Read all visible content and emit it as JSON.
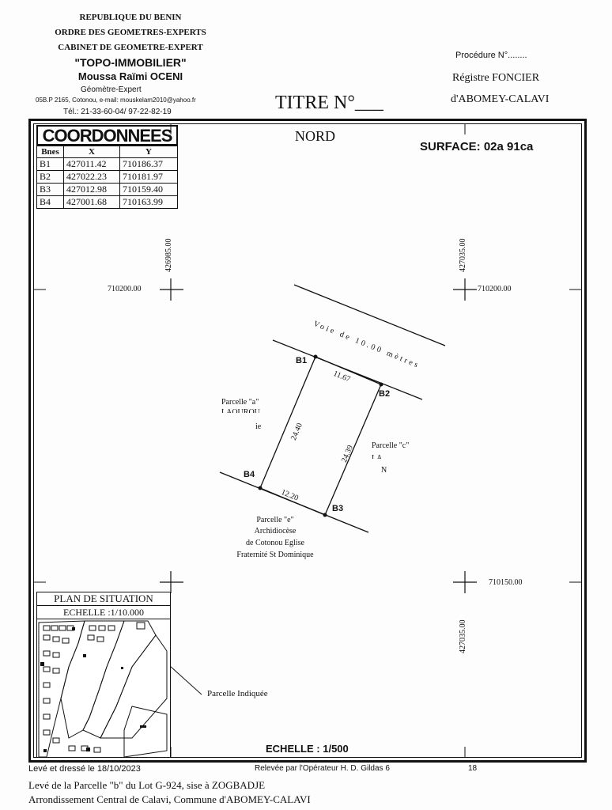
{
  "header": {
    "line1": "REPUBLIQUE DU BENIN",
    "line2": "ORDRE DES GEOMETRES-EXPERTS",
    "line3": "CABINET DE GEOMETRE-EXPERT",
    "line4": "\"TOPO-IMMOBILIER\"",
    "line5": "Moussa Raïmi OCENI",
    "line6": "Géomètre-Expert",
    "line7": "05B.P 2165, Cotonou, e-mail: mouskelam2010@yahoo.fr",
    "line8": "Tél.: 21-33-60-04/ 97-22-82-19"
  },
  "titre": "TITRE N°___",
  "procedure": "Procédure N°........",
  "registre": "Régistre FONCIER",
  "commune": "d'ABOMEY-CALAVI",
  "coordonnees": {
    "title": "COORDONNEES",
    "headers": [
      "Bnes",
      "X",
      "Y"
    ],
    "rows": [
      [
        "B1",
        "427011.42",
        "710186.37"
      ],
      [
        "B2",
        "427022.23",
        "710181.97"
      ],
      [
        "B3",
        "427012.98",
        "710159.40"
      ],
      [
        "B4",
        "427001.68",
        "710163.99"
      ]
    ]
  },
  "nord": "NORD",
  "surface": "SURFACE: 02a 91ca",
  "grid": {
    "x_left": "426985.00",
    "x_right": "427035.00",
    "x_right_bottom": "427035.00",
    "y_top_left": "710200.00",
    "y_top_right": "710200.00",
    "y_bottom_right": "710150.00"
  },
  "voie": "Voie de 10.00 mètres",
  "bornes": {
    "b1": "B1",
    "b2": "B2",
    "b3": "B3",
    "b4": "B4"
  },
  "distances": {
    "b1b2": "11.67",
    "b1b4": "24.40",
    "b2b3": "24.39",
    "b4b3": "12.20"
  },
  "parcelle_a": {
    "l1": "Parcelle \"a\"",
    "l2": "LAOUROU",
    "l3": "ie"
  },
  "parcelle_c": {
    "l1": "Parcelle \"c\"",
    "l2": "LA",
    "l3": "N"
  },
  "parcelle_e": {
    "l1": "Parcelle \"e\"",
    "l2": "Archidiocèse",
    "l3": "de Cotonou Eglise",
    "l4": "Fraternité St Dominique"
  },
  "situation": {
    "title": "PLAN DE SITUATION",
    "echelle": "ECHELLE :1/10.000",
    "indiquee": "Parcelle Indiquée"
  },
  "echelle": "ECHELLE  :  1/500",
  "footer": {
    "leve": "Levé et dressé le 18/10/2023",
    "relevee": "Relevée par l'Opérateur H. D. Gildas 6",
    "relevee_tail": "18",
    "line1": "Levé de la Parcelle \"b\" du Lot G-924, sise à ZOGBADJE",
    "line2": "Arrondissement Central de Calavi, Commune d'ABOMEY-CALAVI"
  }
}
